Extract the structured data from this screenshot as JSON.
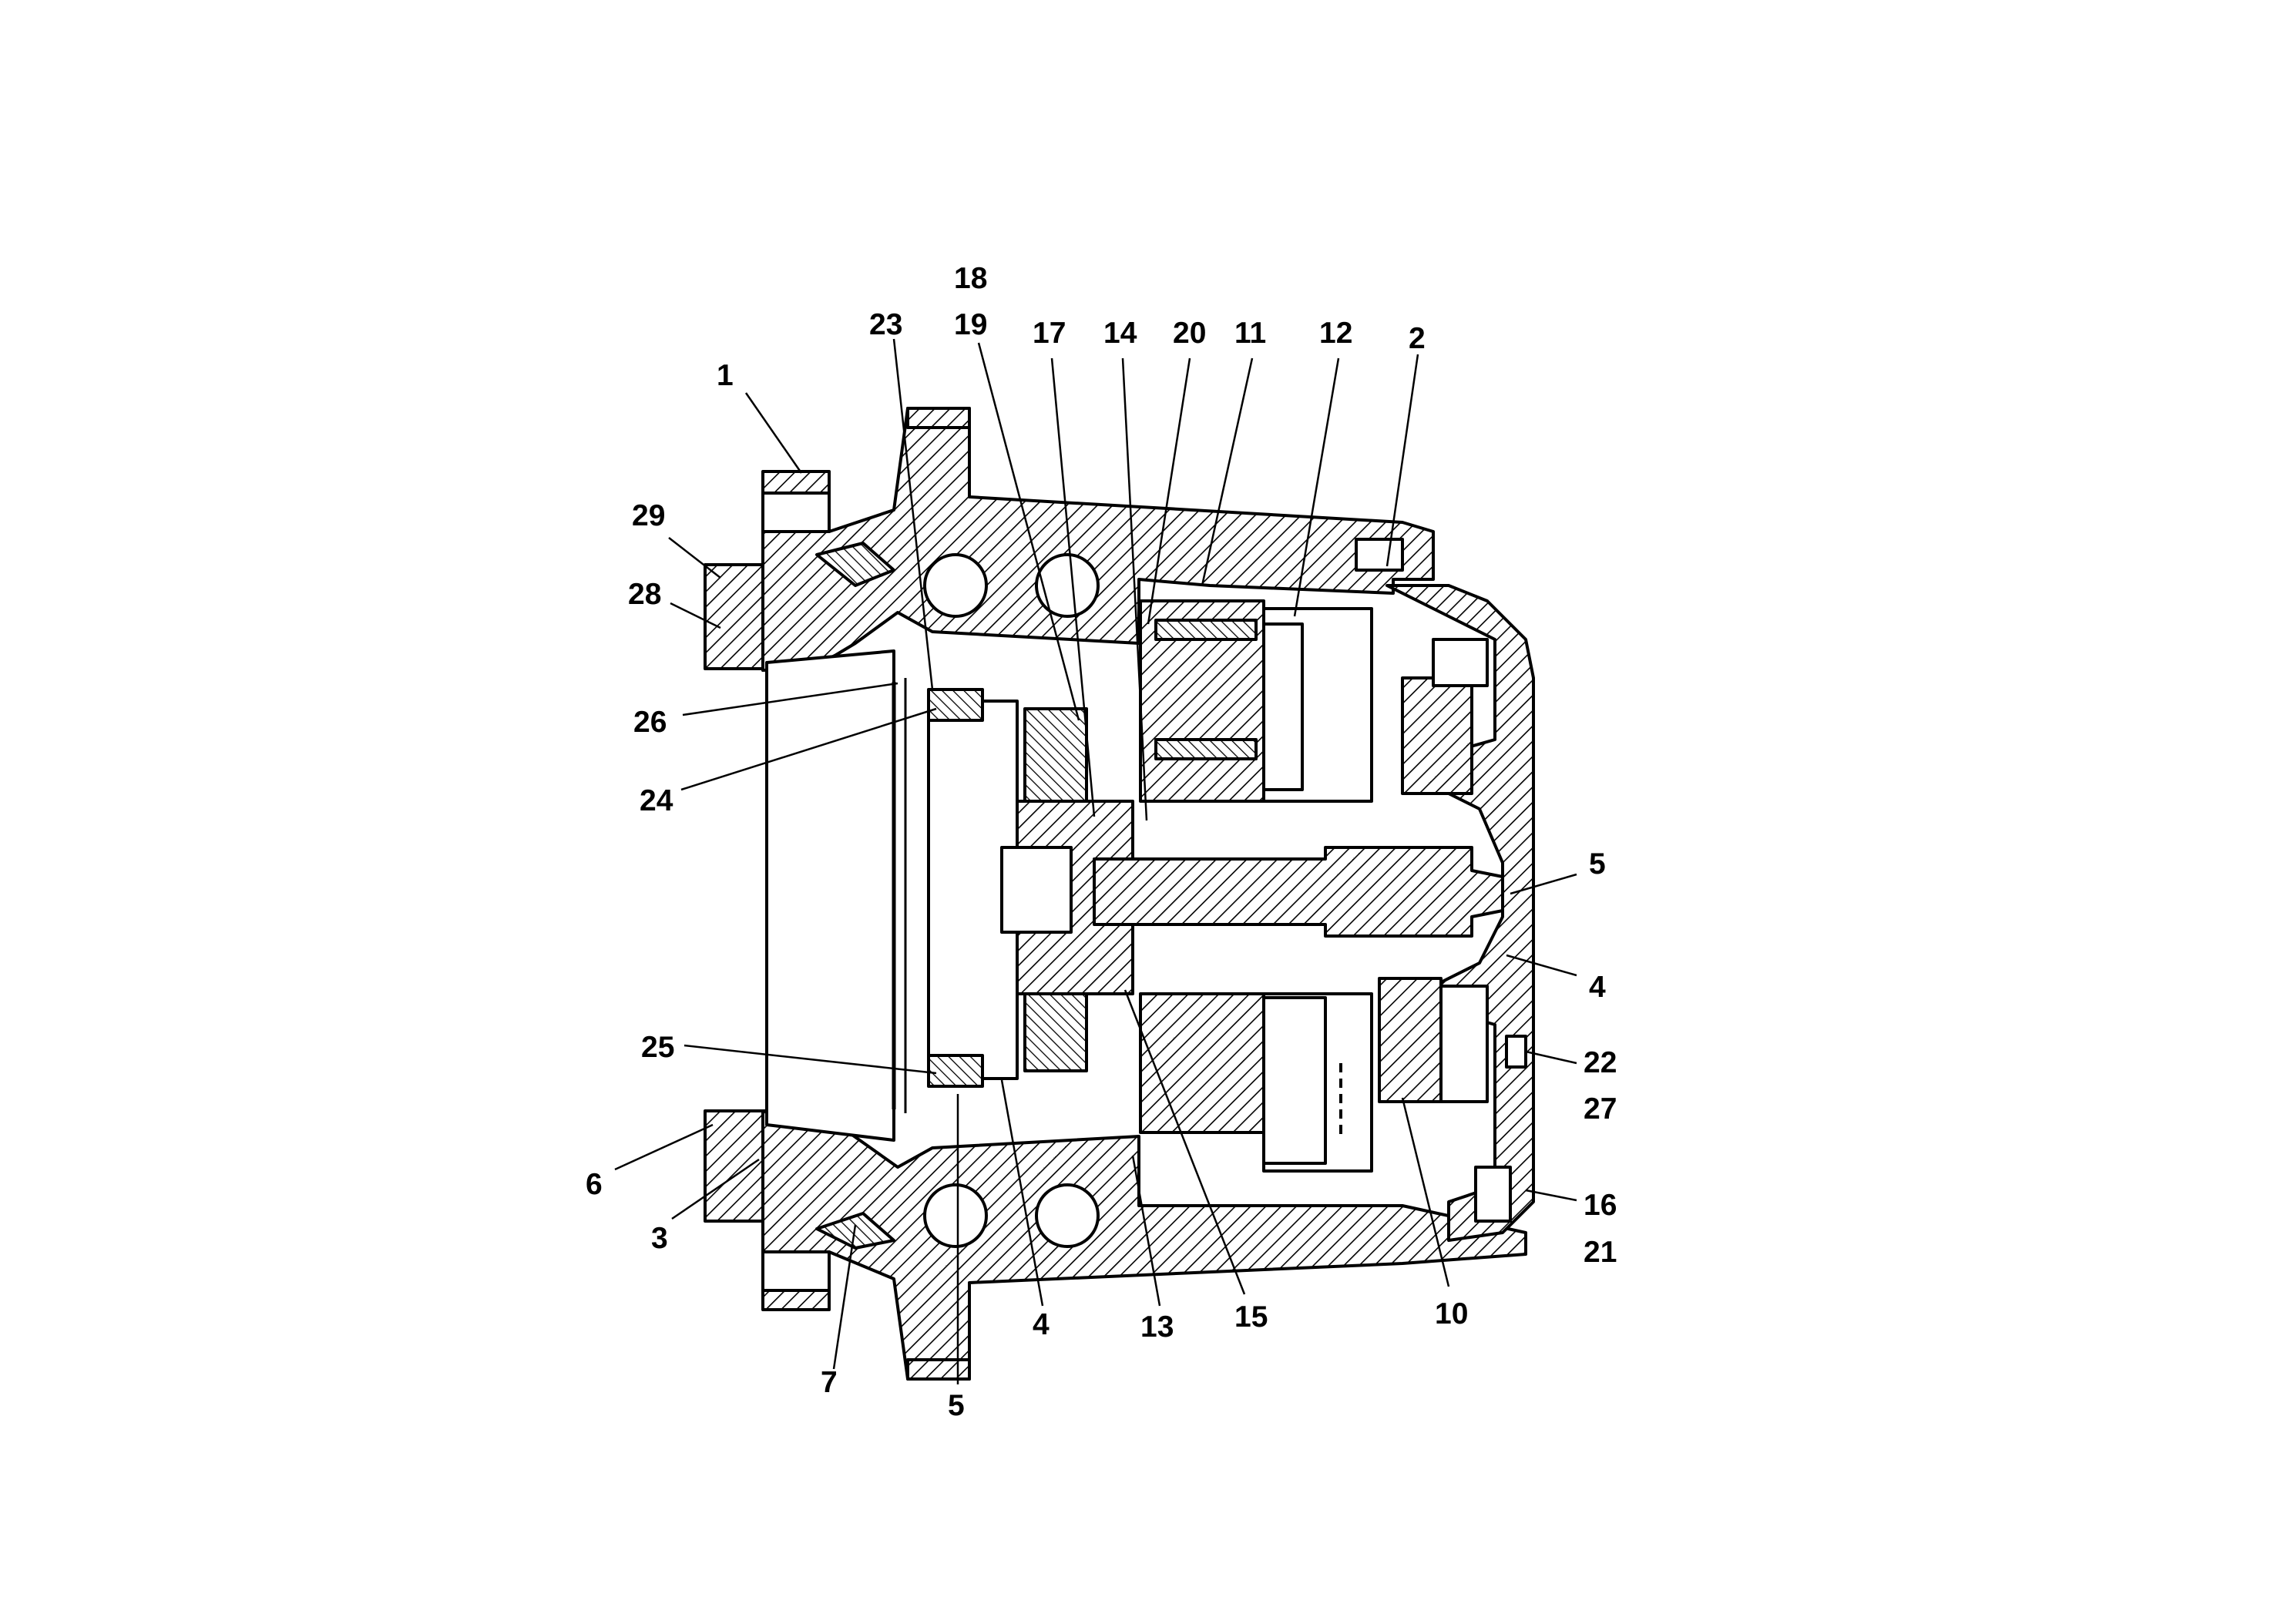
{
  "callouts": [
    {
      "id": "c1",
      "label": "1"
    },
    {
      "id": "c2",
      "label": "2"
    },
    {
      "id": "c3",
      "label": "3"
    },
    {
      "id": "c4a",
      "label": "4"
    },
    {
      "id": "c4b",
      "label": "4"
    },
    {
      "id": "c5a",
      "label": "5"
    },
    {
      "id": "c5b",
      "label": "5"
    },
    {
      "id": "c6",
      "label": "6"
    },
    {
      "id": "c7",
      "label": "7"
    },
    {
      "id": "c10",
      "label": "10"
    },
    {
      "id": "c11",
      "label": "11"
    },
    {
      "id": "c12",
      "label": "12"
    },
    {
      "id": "c13",
      "label": "13"
    },
    {
      "id": "c14",
      "label": "14"
    },
    {
      "id": "c15",
      "label": "15"
    },
    {
      "id": "c16",
      "label": "16"
    },
    {
      "id": "c17",
      "label": "17"
    },
    {
      "id": "c18",
      "label": "18"
    },
    {
      "id": "c19",
      "label": "19"
    },
    {
      "id": "c20",
      "label": "20"
    },
    {
      "id": "c21",
      "label": "21"
    },
    {
      "id": "c22",
      "label": "22"
    },
    {
      "id": "c23",
      "label": "23"
    },
    {
      "id": "c24",
      "label": "24"
    },
    {
      "id": "c25",
      "label": "25"
    },
    {
      "id": "c26",
      "label": "26"
    },
    {
      "id": "c27",
      "label": "27"
    },
    {
      "id": "c28",
      "label": "28"
    },
    {
      "id": "c29",
      "label": "29"
    }
  ],
  "colors": {
    "ink": "#000000",
    "paper": "#ffffff"
  }
}
